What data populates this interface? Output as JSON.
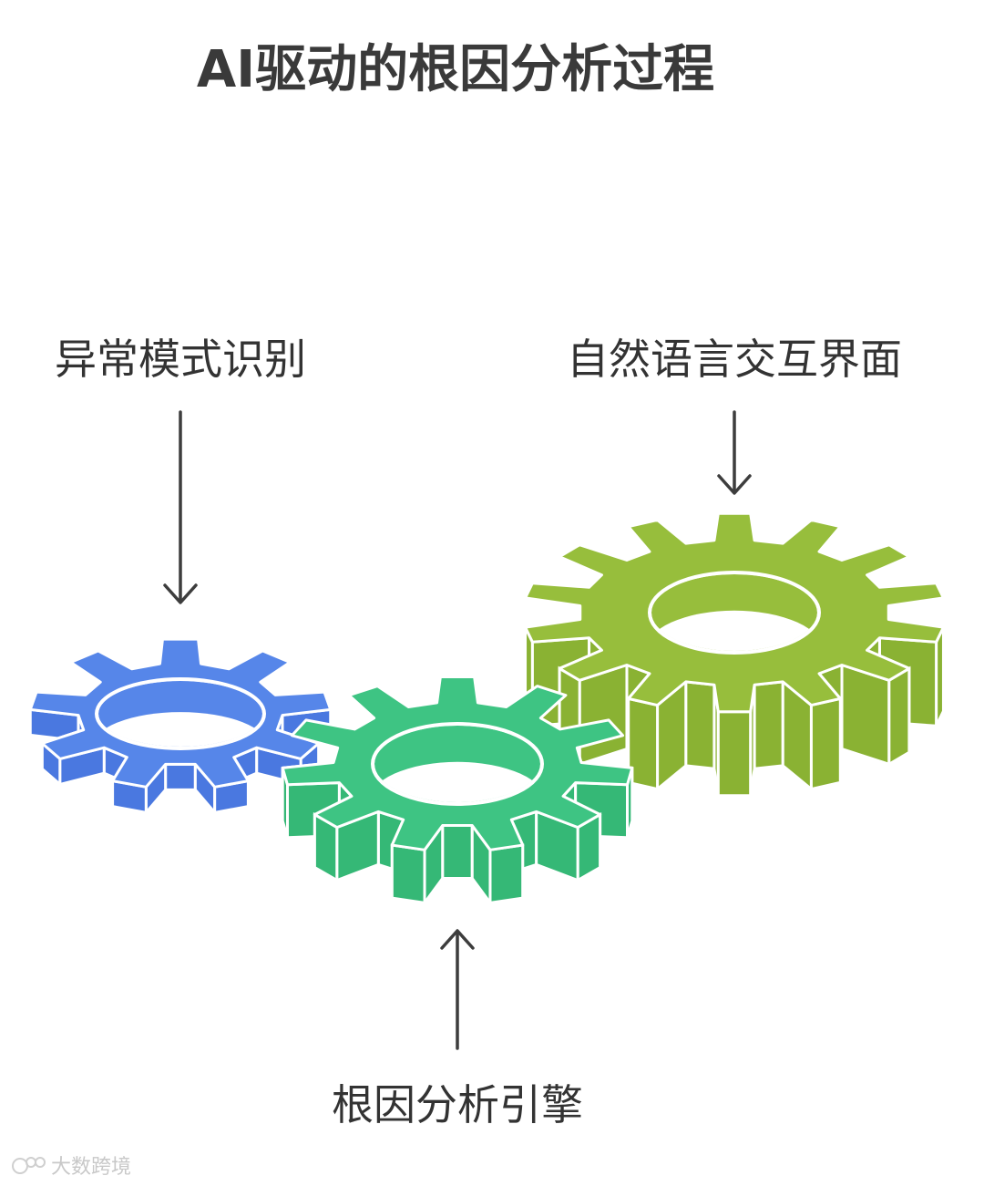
{
  "title": "AI驱动的根因分析过程",
  "watermark": "大数跨境",
  "colors": {
    "blue_top": "#5686e9",
    "blue_side": "#4a78e0",
    "green_top": "#3ec483",
    "green_side": "#35b876",
    "lime_top": "#97be3c",
    "lime_side": "#8ab233",
    "text": "#333333"
  },
  "gears": [
    {
      "id": "anomaly",
      "label": "异常模式识别",
      "color_top": "#5686e9",
      "color_side": "#4a78e0",
      "arrow": "down",
      "teeth": 9
    },
    {
      "id": "engine",
      "label": "根因分析引擎",
      "color_top": "#3ec483",
      "color_side": "#35b876",
      "arrow": "up",
      "teeth": 11
    },
    {
      "id": "nlp",
      "label": "自然语言交互界面",
      "color_top": "#97be3c",
      "color_side": "#8ab233",
      "arrow": "down",
      "teeth": 14
    }
  ]
}
